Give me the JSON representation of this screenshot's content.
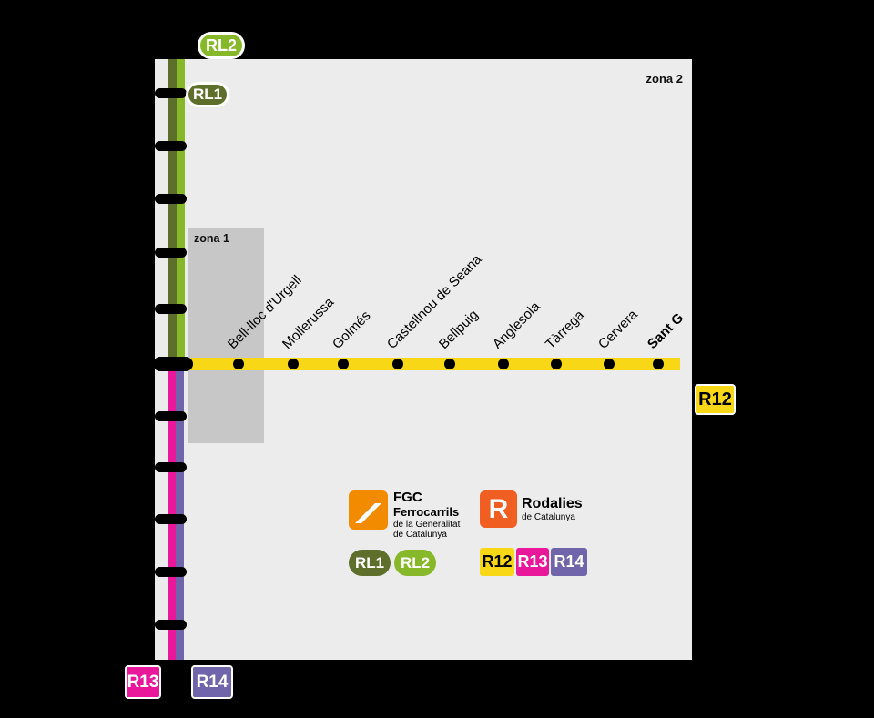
{
  "map": {
    "zone1_label": "zona 1",
    "zone2_label": "zona 2"
  },
  "lines": {
    "rl1": {
      "label": "RL1",
      "color": "#5e6f2c"
    },
    "rl2": {
      "label": "RL2",
      "color": "#87b829"
    },
    "r12": {
      "label": "R12",
      "color": "#f7d716"
    },
    "r13": {
      "label": "R13",
      "color": "#e9189a"
    },
    "r14": {
      "label": "R14",
      "color": "#7064ab"
    }
  },
  "stations": {
    "r12": [
      "Bell-lloc d'Urgell",
      "Mollerussa",
      "Golmés",
      "Castellnou de Seana",
      "Bellpuig",
      "Anglesola",
      "Tàrrega",
      "Cervera",
      "Sant G"
    ]
  },
  "legend": {
    "fgc": {
      "abbr": "FGC",
      "name": "Ferrocarrils",
      "sub1": "de la Generalitat",
      "sub2": "de Catalunya",
      "color": "#f28b00"
    },
    "rodalies": {
      "logo_letter": "R",
      "name": "Rodalies",
      "sub": "de Catalunya",
      "color": "#f15e22"
    }
  }
}
